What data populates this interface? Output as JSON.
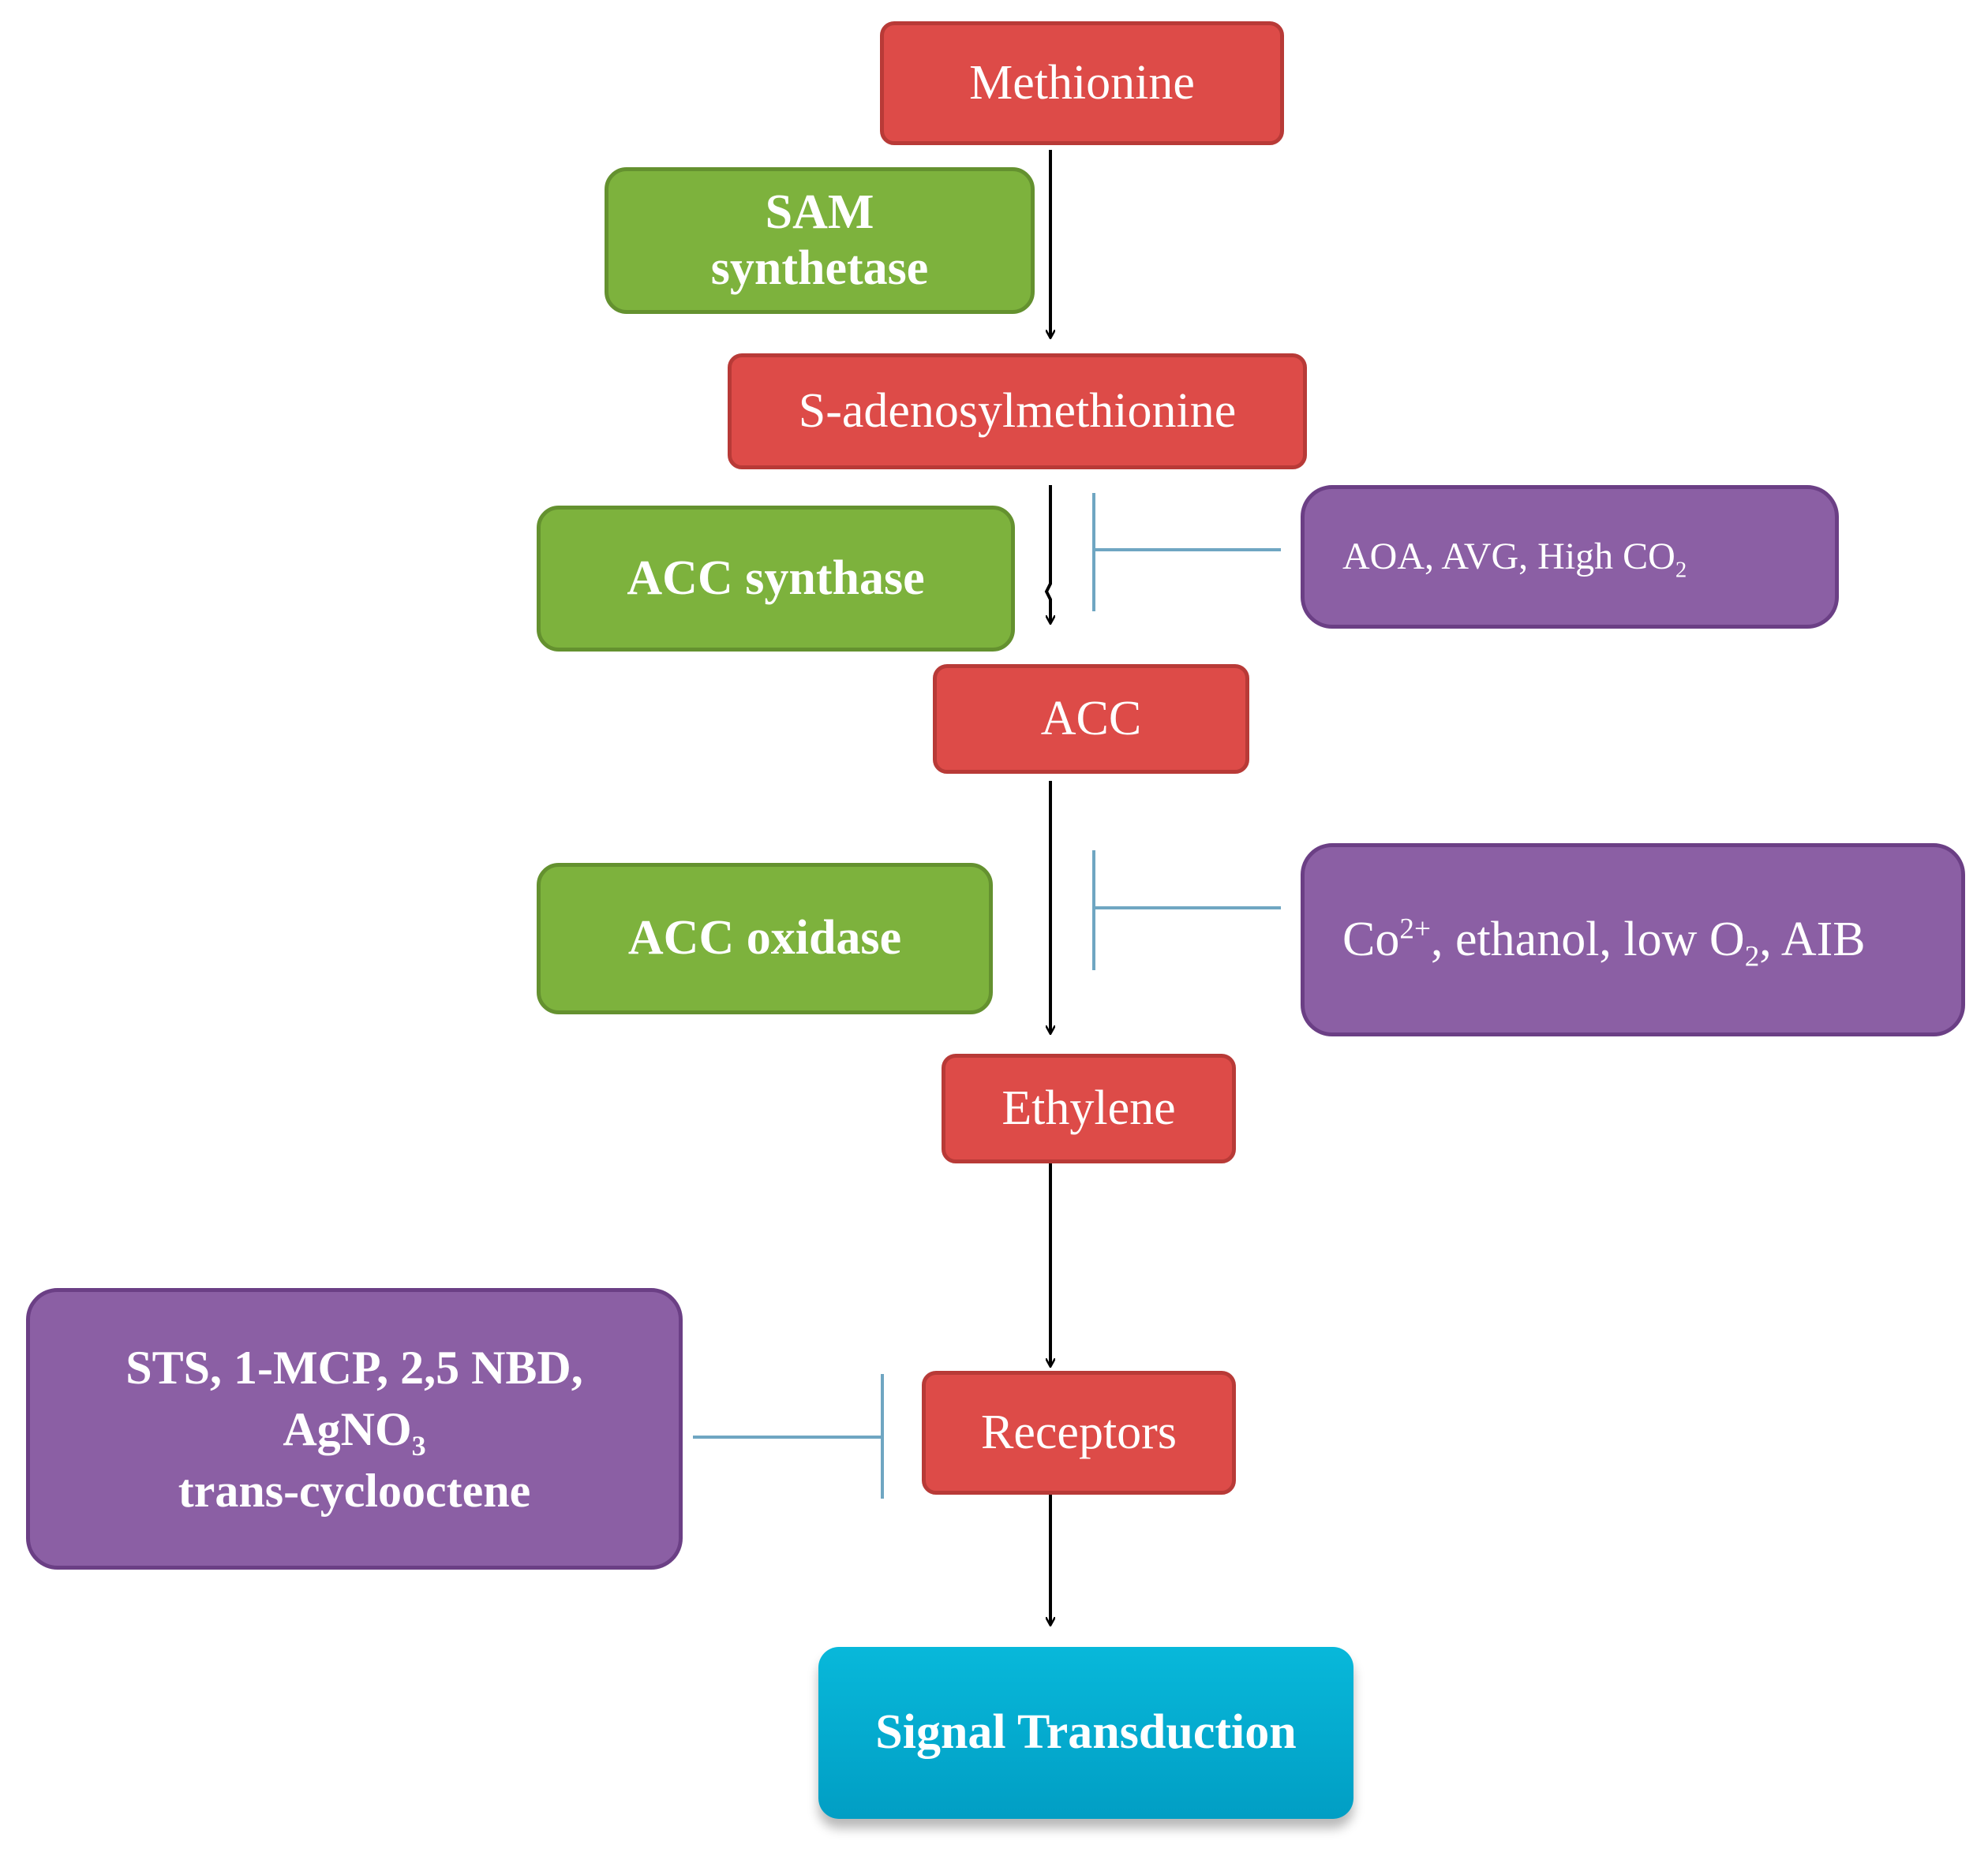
{
  "nodes": {
    "methionine": "Methionine",
    "sam": "S-adenosylmethionine",
    "acc": "ACC",
    "ethylene": "Ethylene",
    "receptors": "Receptors",
    "signal": "Signal Transduction"
  },
  "enzymes": {
    "sam_synthetase_line1": "SAM",
    "sam_synthetase_line2": "synthetase",
    "acc_synthase": "ACC synthase",
    "acc_oxidase": "ACC oxidase"
  },
  "inhibitors": {
    "acc_synthase_text": "AOA, AVG, High CO",
    "acc_synthase_sub": "2",
    "acc_oxidase_co": "Co",
    "acc_oxidase_sup": "2+",
    "acc_oxidase_mid": ", ethanol, low O",
    "acc_oxidase_sub": "2",
    "acc_oxidase_end": ", AIB",
    "receptor_line1": "STS, 1-MCP, 2,5 NBD,",
    "receptor_line2": "AgNO",
    "receptor_line2_sub": "3",
    "receptor_line3": "trans-cyclooctene"
  },
  "colors": {
    "metabolite": "#dd4b48",
    "enzyme": "#7db23d",
    "inhibitor": "#8b5fa4",
    "signal": "#08b8da",
    "inhibition_line": "#6fa6c2"
  }
}
